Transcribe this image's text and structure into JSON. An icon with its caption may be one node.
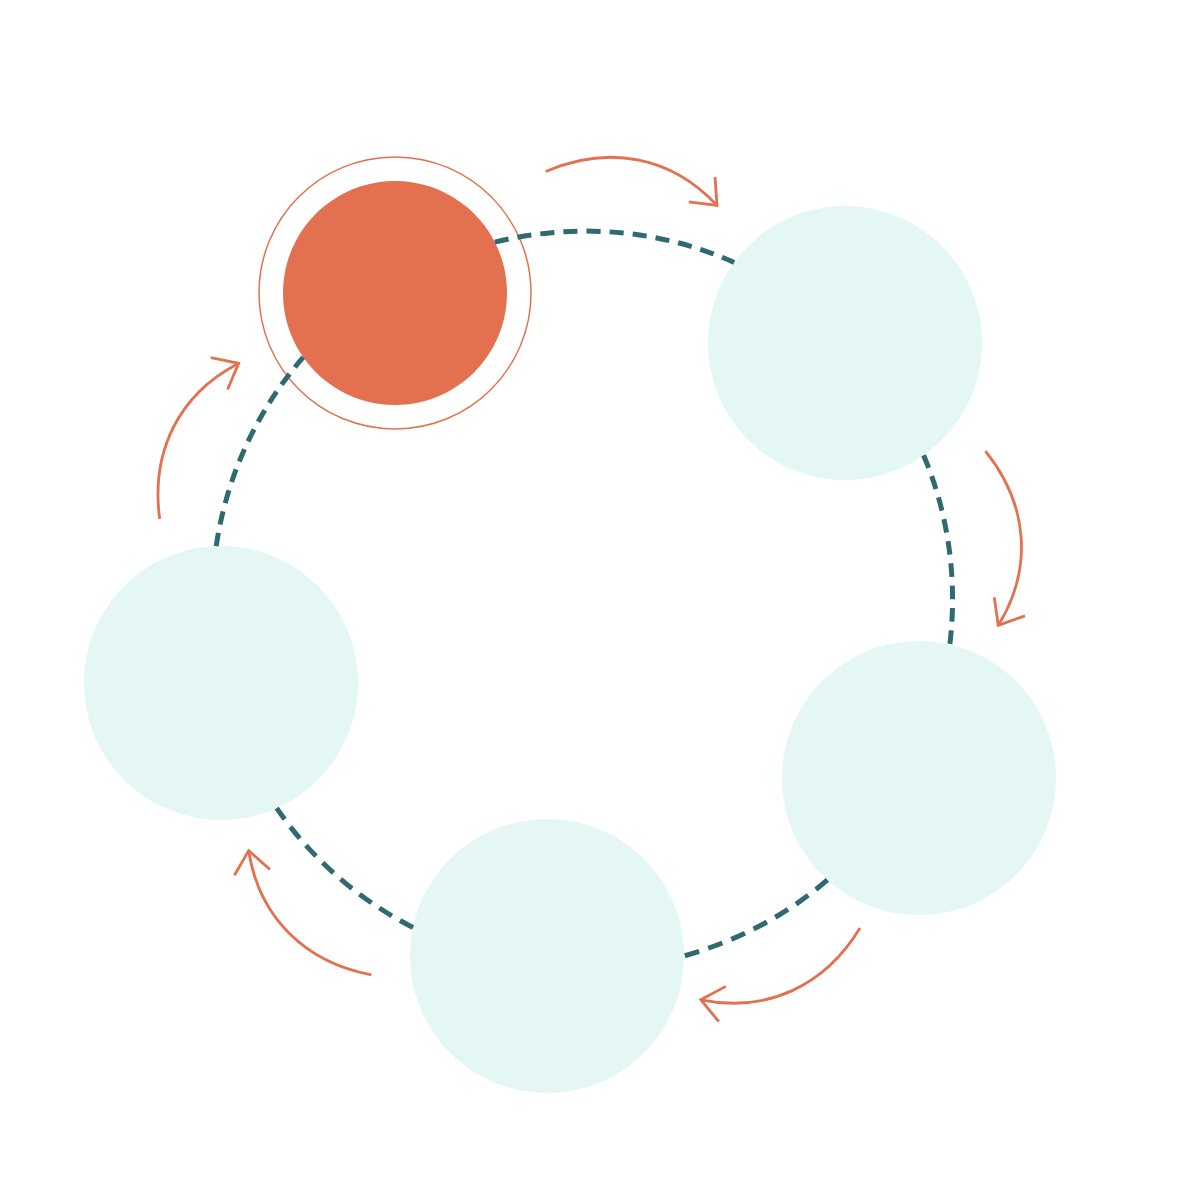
{
  "diagram": {
    "nodes": [
      {
        "text": [],
        "shape": "circle"
      },
      {
        "text": [],
        "shape": "circle"
      },
      {
        "text": [],
        "shape": "circle"
      },
      {
        "text": [],
        "shape": "circle"
      },
      {
        "text": [],
        "shape": "circle"
      }
    ],
    "edges": [
      {
        "from": 0,
        "to": 1,
        "arrow": "none",
        "style": "dashed",
        "color": "#2f6a70"
      },
      {
        "from": 1,
        "to": 3,
        "arrow": "none",
        "style": "dashed",
        "color": "#2f6a70"
      },
      {
        "from": 3,
        "to": 4,
        "arrow": "none",
        "style": "dashed",
        "color": "#2f6a70"
      },
      {
        "from": 4,
        "to": 2,
        "arrow": "none",
        "style": "dashed",
        "color": "#2f6a70"
      },
      {
        "from": 2,
        "to": 0,
        "arrow": "none",
        "style": "dashed",
        "color": "#2f6a70"
      },
      {
        "from": 0,
        "to": 1,
        "arrow": "to",
        "color": "#e3714f"
      },
      {
        "from": 1,
        "to": 3,
        "arrow": "to",
        "color": "#e3714f"
      },
      {
        "from": 3,
        "to": 4,
        "arrow": "to",
        "color": "#e3714f"
      },
      {
        "from": 4,
        "to": 2,
        "arrow": "to",
        "color": "#e3714f"
      },
      {
        "from": 2,
        "to": 0,
        "arrow": "to",
        "color": "#e3714f"
      }
    ]
  }
}
